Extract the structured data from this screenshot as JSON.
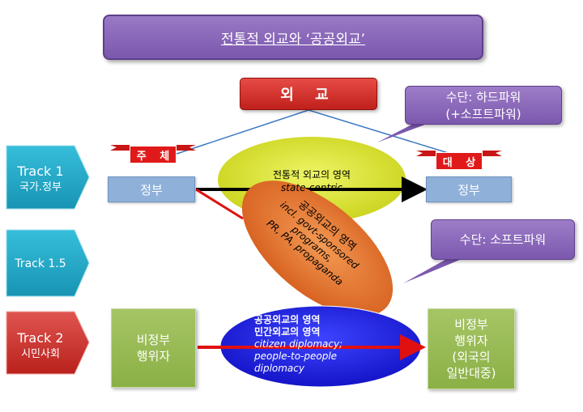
{
  "title": "전통적 외교와 ‘공공외교’",
  "diplomacy_label": "외 교",
  "means_hard": [
    "수단: 하드파워",
    "(+소프트파워)"
  ],
  "means_soft": "수단: 소프트파워",
  "ribbon_subject": "주 체",
  "ribbon_object": "대 상",
  "tracks": [
    {
      "name": "Track 1",
      "sub": "국가.정부"
    },
    {
      "name": "Track 1.5",
      "sub": ""
    },
    {
      "name": "Track 2",
      "sub": "시민사회"
    }
  ],
  "gov_left": "정부",
  "gov_right": "정부",
  "nongov_left": "비정부\n행위자",
  "nongov_right": "비정부\n행위자\n(외국의\n일반대중)",
  "traditional": {
    "line1": "전통적 외교의 영역",
    "line2": "state-centric"
  },
  "public": {
    "line1": "공공외교의 영역",
    "line2": "incl. govt-sponsored",
    "line3": "programs,",
    "line4": "PR, PA,  propaganda"
  },
  "civil": {
    "line1": "공공외교의 영역",
    "line2": "민간외교의 영역",
    "line3": "citizen diplomacy;",
    "line4": "people-to-people",
    "line5": "diplomacy"
  },
  "colors": {
    "purple": "#8a67bb",
    "red": "#d93732",
    "cyan": "#1fa6c4",
    "blue_box": "#8fb1d9",
    "green": "#9bbd57",
    "yellow": "#dfe82c",
    "orange": "#e8742c",
    "blue": "#1f24e8"
  }
}
